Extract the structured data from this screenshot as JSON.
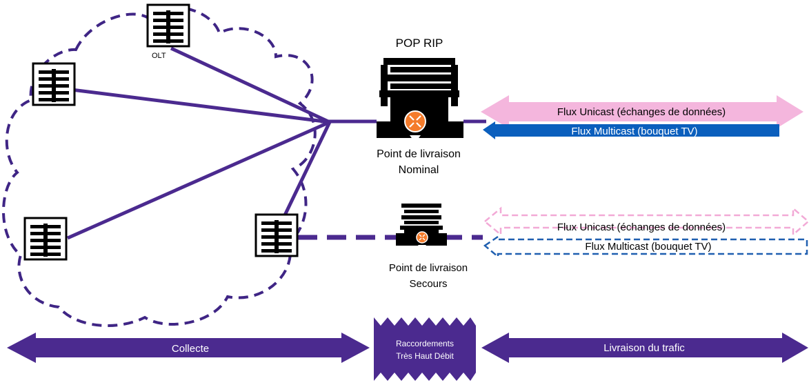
{
  "colors": {
    "network": "#4b2a8f",
    "cloud_dash": "#3f2585",
    "unicast": "#f4b6dd",
    "multicast": "#0b5fbd",
    "unicast_dashed": "#f2a9d6",
    "multicast_dashed": "#1f5fb0",
    "router": "#f47b2b",
    "bar": "#4b2a8f",
    "bar_text": "#ffffff"
  },
  "nodes": {
    "olt_label": "OLT"
  },
  "pop": {
    "title": "POP RIP",
    "nominal_line1": "Point de livraison",
    "nominal_line2": "Nominal",
    "secours_line1": "Point de livraison",
    "secours_line2": "Secours"
  },
  "flows": {
    "unicast_nominal": "Flux Unicast (échanges de données)",
    "multicast_nominal": "Flux Multicast (bouquet TV)",
    "unicast_secours": "Flux Unicast (échanges de données)",
    "multicast_secours": "Flux Multicast (bouquet TV)"
  },
  "bottom": {
    "collecte": "Collecte",
    "raccord_line1": "Raccordements",
    "raccord_line2": "Très Haut Débit",
    "livraison": "Livraison du trafic"
  },
  "icons": {
    "node": "switch-icon",
    "pop_nominal": "pop-building-icon",
    "pop_secours": "pop-building-icon",
    "router": "router-icon"
  }
}
